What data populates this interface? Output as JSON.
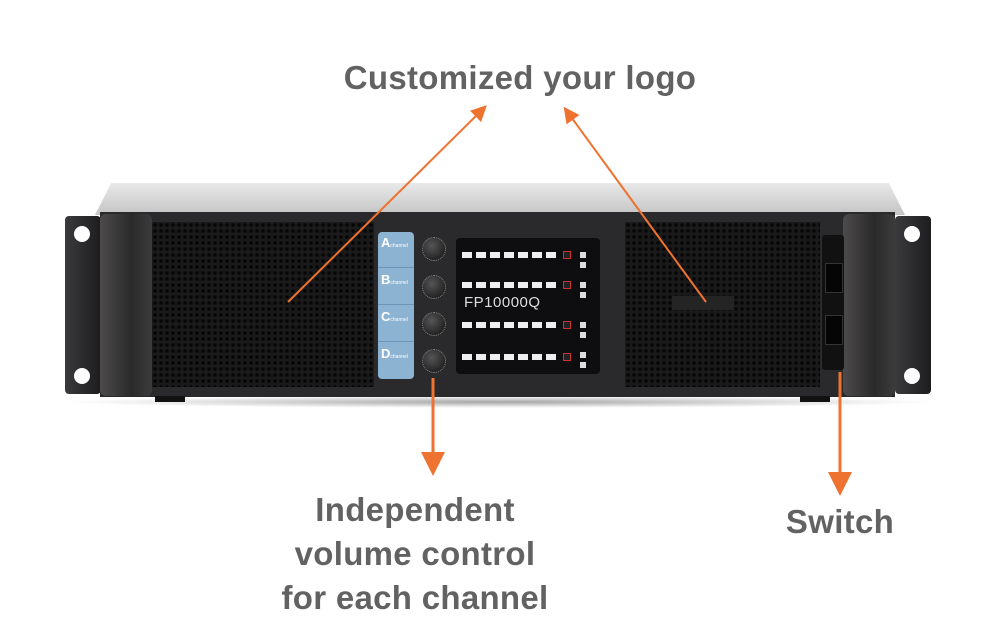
{
  "annotations": {
    "logo": "Customized your logo",
    "volume": [
      "Independent",
      "volume control",
      "for each channel"
    ],
    "switch": "Switch"
  },
  "product": {
    "model": "FP10000Q",
    "channels": [
      {
        "letter": "A",
        "label": "channel"
      },
      {
        "letter": "B",
        "label": "channel"
      },
      {
        "letter": "C",
        "label": "channel"
      },
      {
        "letter": "D",
        "label": "channel"
      }
    ]
  },
  "colors": {
    "arrow": "#ee7330",
    "caption": "#626262",
    "channel_strip": "#8db3d3"
  }
}
